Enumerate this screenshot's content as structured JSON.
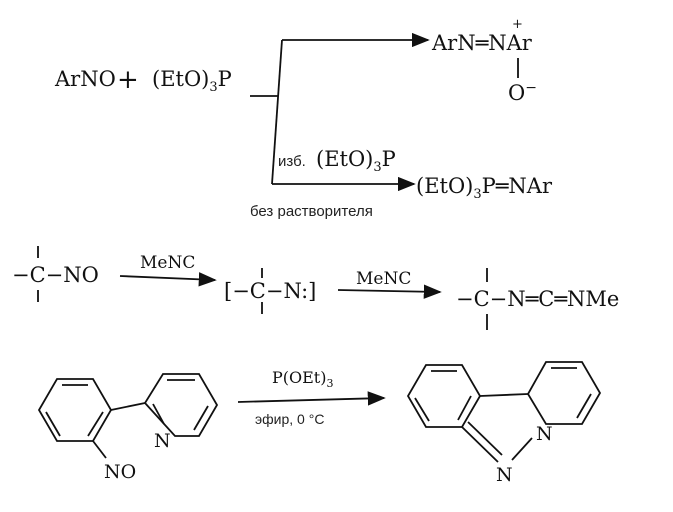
{
  "reaction1": {
    "reactant_a": "ArNO",
    "plus": "+",
    "reagent_open": "(EtO)",
    "reagent_sub": "3",
    "reagent_p": "P",
    "product_top": "ArN═NAr",
    "product_top_charge": "+",
    "product_top_oxygen": "O",
    "product_top_oxygen_charge": "−",
    "condition_excess_prefix": "изб.",
    "condition_excess_reagent": "(EtO)",
    "condition_excess_sub": "3",
    "condition_excess_p": "P",
    "product_bottom_open": "(EtO)",
    "product_bottom_sub": "3",
    "product_bottom_rest": "P═NAr",
    "condition_solvent": "без растворителя"
  },
  "reaction2": {
    "reactant": "−C−NO",
    "reagent1": "MeNC",
    "intermediate": "[−C−N:]",
    "reagent2": "MeNC",
    "product": "−C−N═C═NMe"
  },
  "reaction3": {
    "reactant_n": "N",
    "reactant_no": "NO",
    "reagent_main": "P(OEt)",
    "reagent_sub": "3",
    "conditions": "эфир, 0 °C",
    "product_n1": "N",
    "product_n2": "N"
  }
}
